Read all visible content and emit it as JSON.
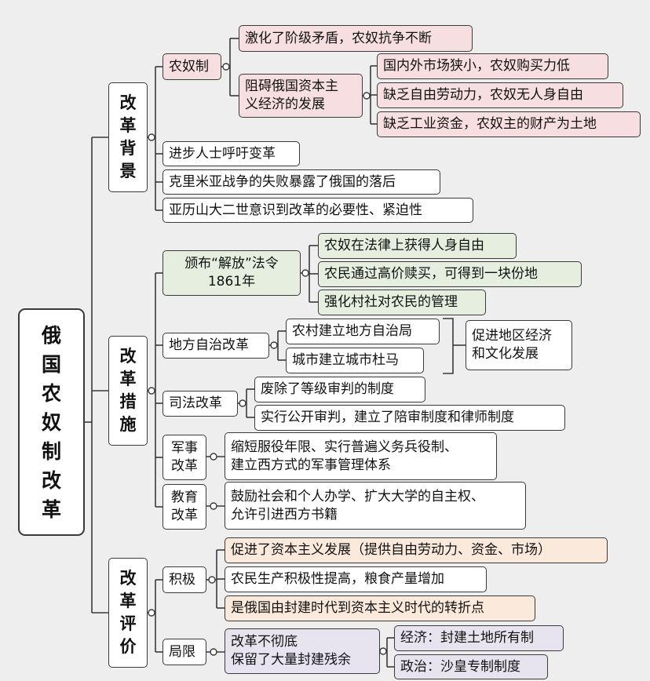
{
  "root": "俄\n国\n农\n奴\n制\n改\n革",
  "sections": {
    "background": "改\n革\n背\n景",
    "measures": "改\n革\n措\n施",
    "evaluation": "改\n革\n评\n价"
  },
  "nodes": {
    "serfdom": "农奴制",
    "intensify": "激化了阶级矛盾，农奴抗争不断",
    "hinder": "阻碍俄国资本主\n义经济的发展",
    "market": "国内外市场狭小，农奴购买力低",
    "labor": "缺乏自由劳动力，农奴无人身自由",
    "capital": "缺乏工业资金，农奴主的财产为土地",
    "progressives": "进步人士呼吁变革",
    "crimean": "克里米亚战争的失败暴露了俄国的落后",
    "alexander": "亚历山大二世意识到改革的必要性、紧迫性",
    "decree": "颁布“解放”法令\n1861年",
    "freedom": "农奴在法律上获得人身自由",
    "redeem": "农民通过高价赎买，可得到一块份地",
    "commune": "强化村社对农民的管理",
    "local": "地方自治改革",
    "rural_council": "农村建立地方自治局",
    "city_duma": "城市建立城市杜马",
    "promote": "促进地区经济\n和文化发展",
    "judicial": "司法改革",
    "abolish_class": "废除了等级审判的制度",
    "public_trial": "实行公开审判，建立了陪审制度和律师制度",
    "military": "军事\n改革",
    "military_detail": "缩短服役年限、实行普遍义务兵役制、\n建立西方式的军事管理体系",
    "education": "教育\n改革",
    "education_detail": "鼓励社会和个人办学、扩大大学的自主权、\n允许引进西方书籍",
    "positive": "积极",
    "capitalism": "促进了资本主义发展（提供自由劳动力、资金、市场）",
    "farming": "农民生产积极性提高，粮食产量增加",
    "turning_point": "是俄国由封建时代到资本主义时代的转折点",
    "limitation": "局限",
    "incomplete": "改革不彻底\n保留了大量封建残余",
    "economy": "经济：封建土地所有制",
    "politics": "政治：沙皇专制制度"
  },
  "colors": {
    "pink": "#f7dfe1",
    "green": "#e6efdf",
    "peach": "#fbe9dc",
    "lavender": "#e7e4ef",
    "line": "#3a3a3a"
  }
}
